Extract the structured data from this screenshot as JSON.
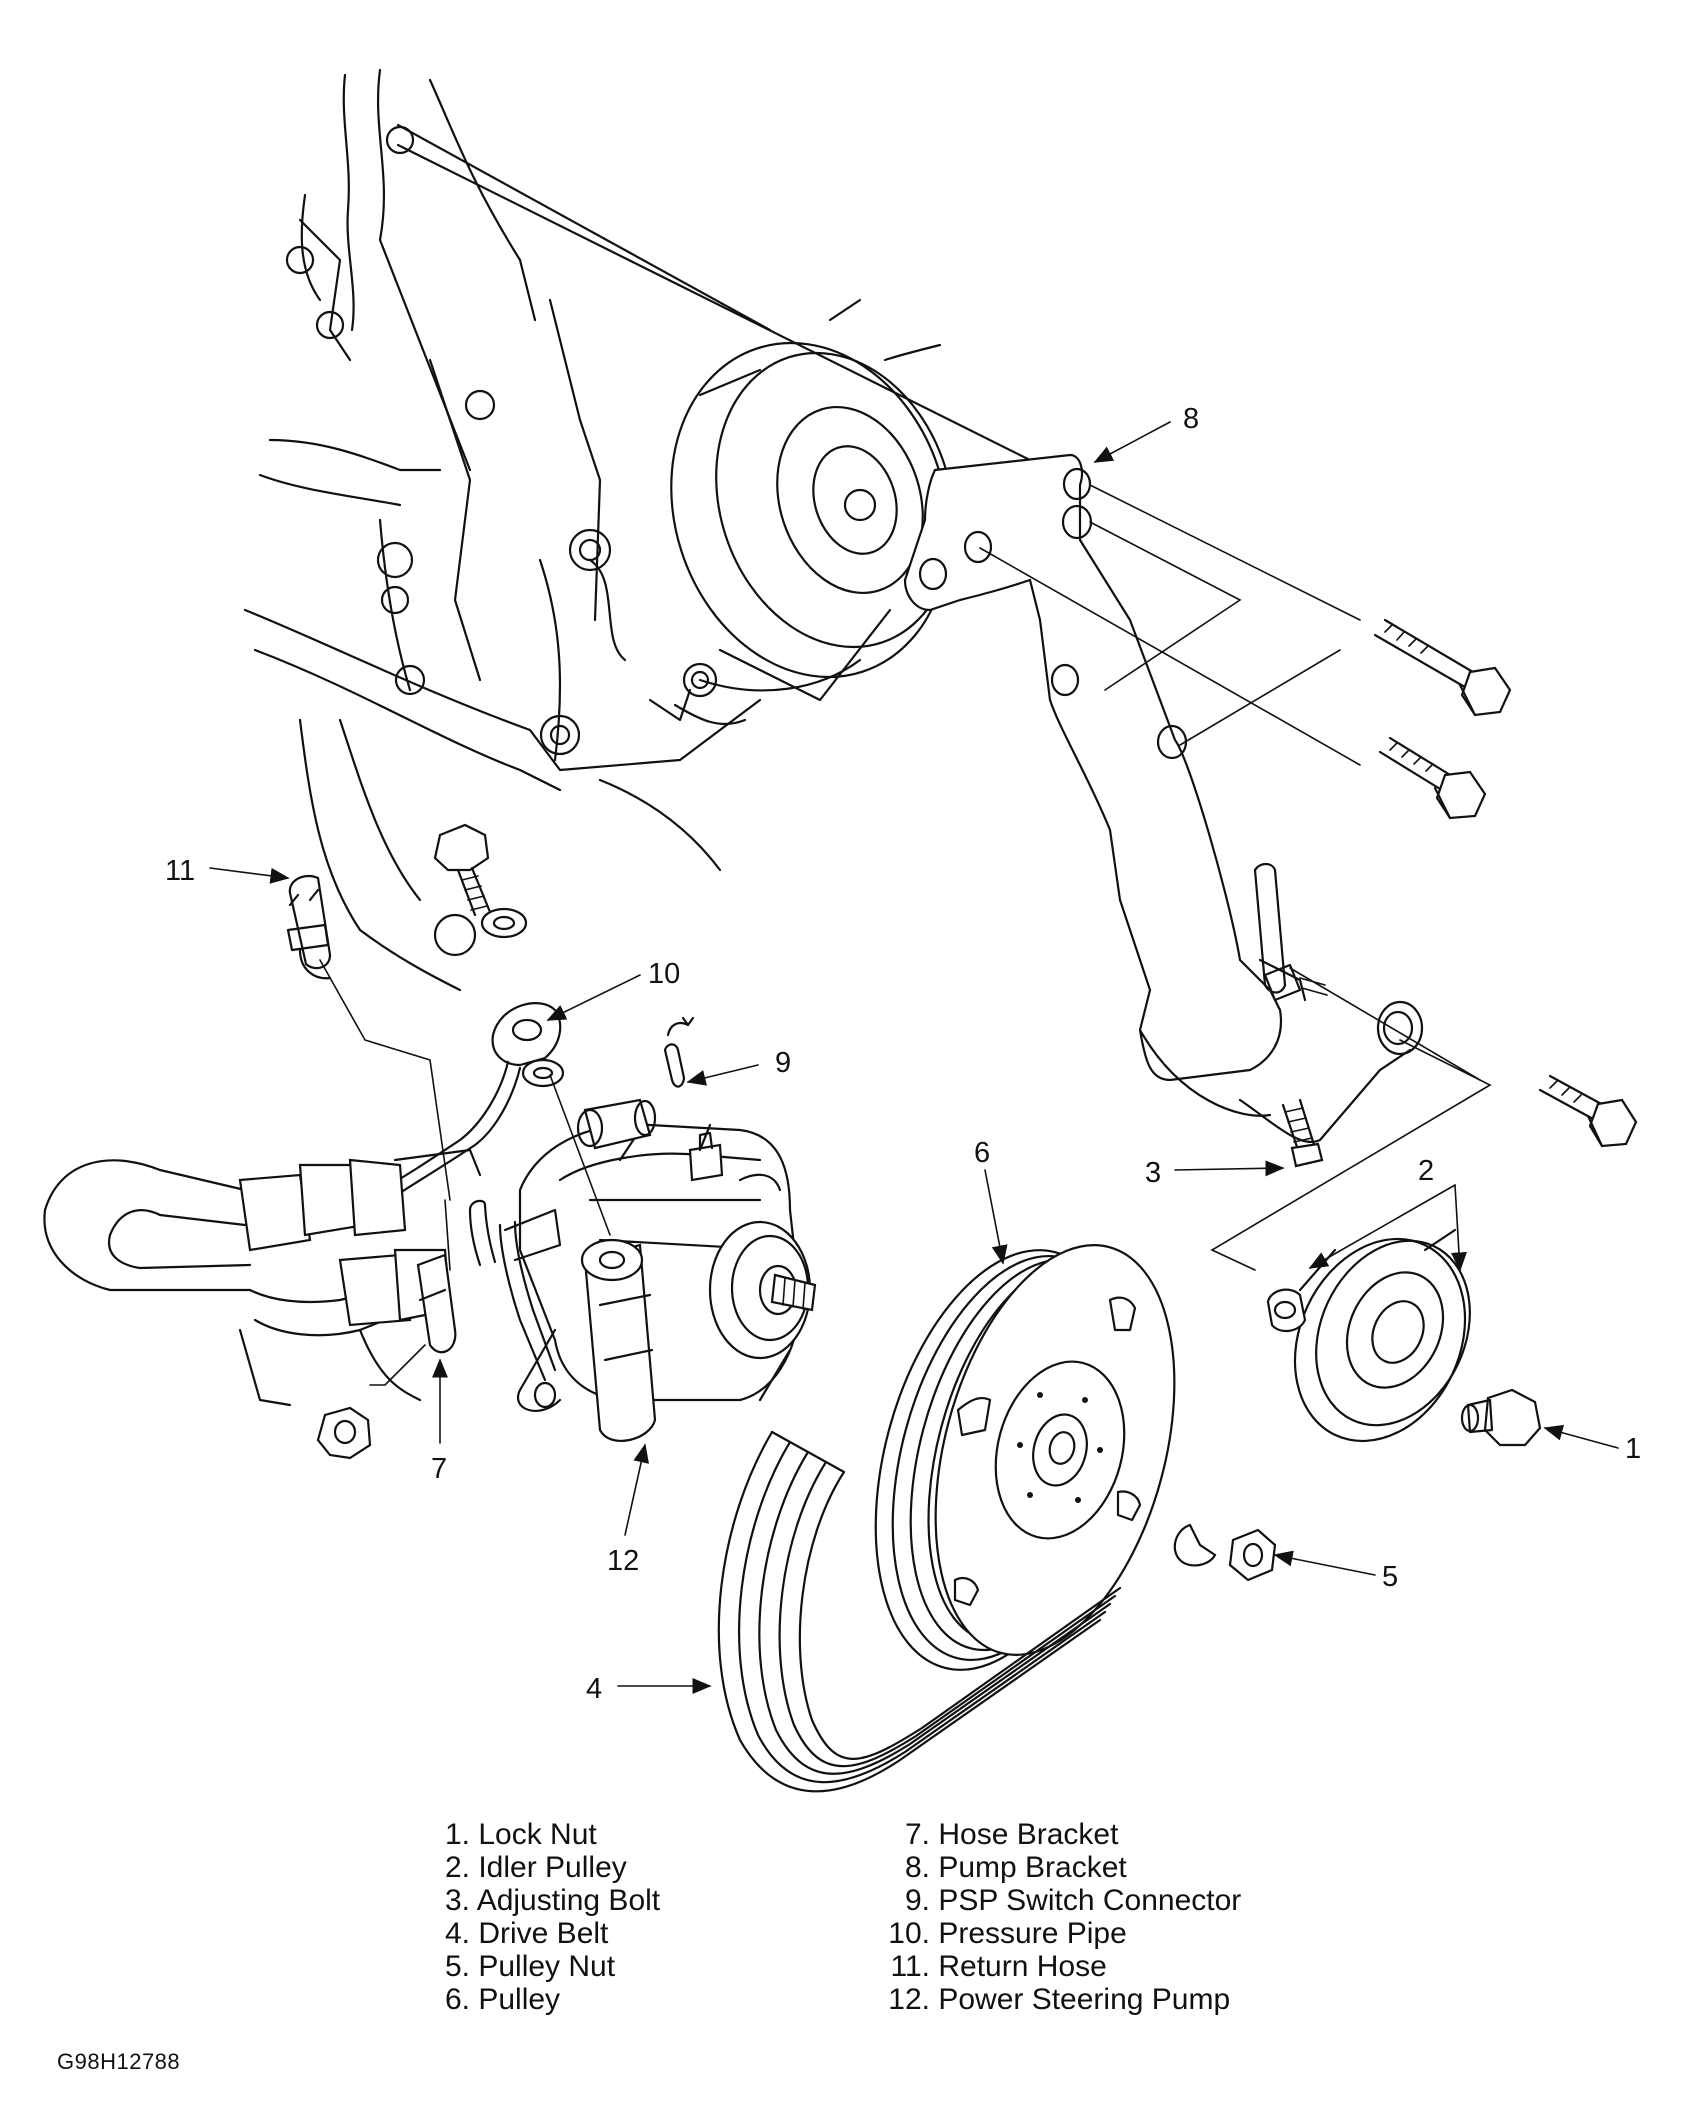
{
  "figure_code": "G98H12788",
  "callouts": [
    "1",
    "2",
    "3",
    "4",
    "5",
    "6",
    "7",
    "8",
    "9",
    "10",
    "11",
    "12"
  ],
  "legend": {
    "left": [
      {
        "num": "1.",
        "label": "Lock Nut"
      },
      {
        "num": "2.",
        "label": "Idler Pulley"
      },
      {
        "num": "3.",
        "label": "Adjusting Bolt"
      },
      {
        "num": "4.",
        "label": "Drive Belt"
      },
      {
        "num": "5.",
        "label": "Pulley Nut"
      },
      {
        "num": "6.",
        "label": "Pulley"
      }
    ],
    "right": [
      {
        "num": "7.",
        "label": "Hose Bracket"
      },
      {
        "num": "8.",
        "label": "Pump Bracket"
      },
      {
        "num": "9.",
        "label": "PSP Switch Connector"
      },
      {
        "num": "10.",
        "label": "Pressure Pipe"
      },
      {
        "num": "11.",
        "label": "Return Hose"
      },
      {
        "num": "12.",
        "label": "Power Steering Pump"
      }
    ]
  }
}
